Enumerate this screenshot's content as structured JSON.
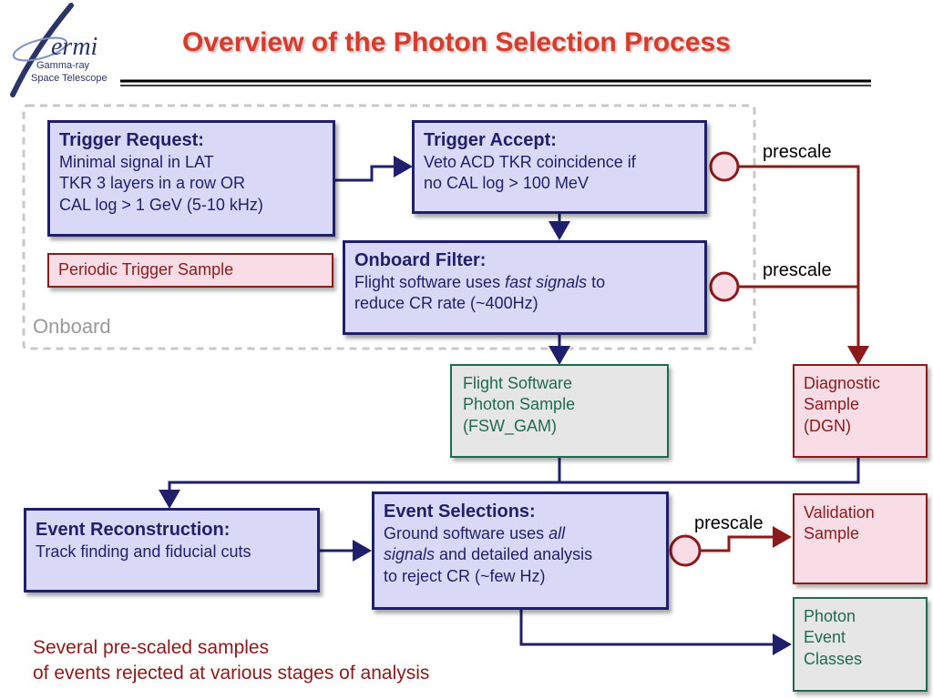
{
  "title": "Overview of the Photon Selection Process",
  "logo": {
    "wordmark": "ermi",
    "line1": "Gamma-ray",
    "line2": "Space Telescope",
    "logo_text": "Fermi Gamma-ray Space Telescope"
  },
  "onboard_label": "Onboard",
  "boxes": {
    "trigger_request": {
      "title": "Trigger Request:",
      "lines": [
        "Minimal signal in LAT",
        "TKR 3 layers in a row OR",
        "CAL log > 1 GeV (5-10 kHz)"
      ]
    },
    "trigger_accept": {
      "title": "Trigger Accept:",
      "lines": [
        "Veto ACD TKR coincidence if",
        "no CAL log > 100 MeV"
      ]
    },
    "periodic": {
      "label": "Periodic Trigger Sample"
    },
    "onboard_filter": {
      "title": "Onboard Filter:",
      "line1_pre": "Flight software uses ",
      "line1_em": "fast signals",
      "line1_post": " to",
      "line2": "reduce CR rate (~400Hz)"
    },
    "fsw_gam": {
      "lines": [
        "Flight Software",
        "Photon Sample",
        "(FSW_GAM)"
      ]
    },
    "dgn": {
      "lines": [
        "Diagnostic",
        "Sample",
        "(DGN)"
      ]
    },
    "event_recon": {
      "title": "Event Reconstruction:",
      "line": "Track finding and fiducial cuts"
    },
    "event_sel": {
      "title": "Event Selections:",
      "line1_pre": "Ground software uses ",
      "line1_em": "all",
      "line2_em": "signals",
      "line2_post": " and detailed analysis",
      "line3": "to reject CR (~few Hz)"
    },
    "validation": {
      "lines": [
        "Validation",
        "Sample"
      ]
    },
    "photon_classes": {
      "lines": [
        "Photon",
        "Event",
        "Classes"
      ]
    }
  },
  "prescale_labels": [
    "prescale",
    "prescale",
    "prescale"
  ],
  "note": {
    "line1": "Several pre-scaled samples",
    "line2": "of events rejected at various stages of analysis"
  },
  "colors": {
    "navy": "#1f1f6b",
    "maroon": "#8b1a1a",
    "green": "#1f6b4f",
    "title_red": "#d93a2b",
    "prescale_circle": "#f8dde6"
  }
}
